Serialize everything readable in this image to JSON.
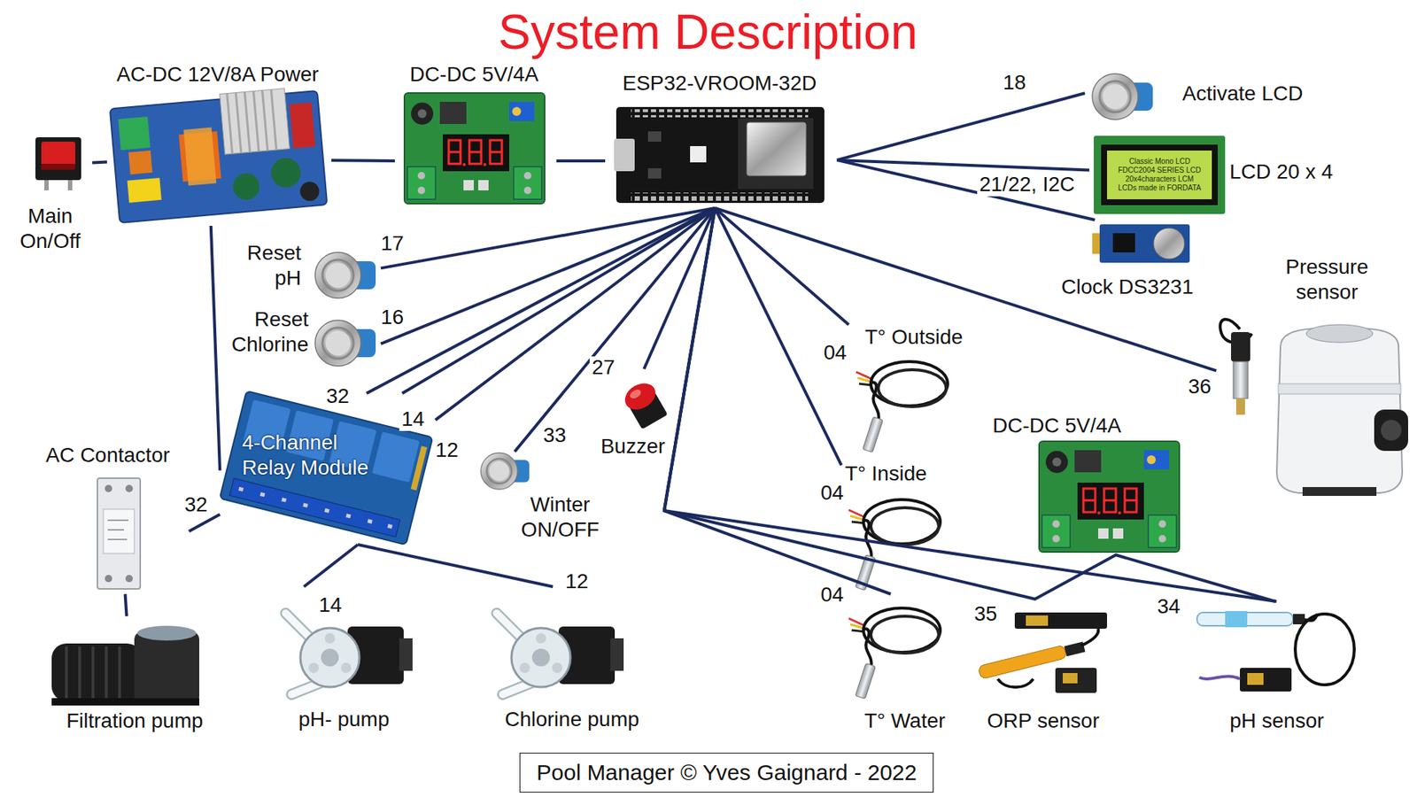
{
  "diagram": {
    "title": "System Description",
    "caption": "Pool Manager © Yves Gaignard - 2022",
    "nodes": [
      {
        "text": [
          "Main On/Off"
        ]
      },
      {
        "text": [
          "AC-DC 12V/8A Power"
        ]
      },
      {
        "text": [
          "DC-DC 5V/4A"
        ]
      },
      {
        "text": [
          "ESP32-VROOM-32D"
        ]
      },
      {
        "text": [
          "Activate LCD"
        ]
      },
      {
        "text": [
          "LCD 20 x 4"
        ]
      },
      {
        "text": [
          "Clock DS3231"
        ]
      },
      {
        "text": [
          "Reset pH"
        ]
      },
      {
        "text": [
          "Reset Chlorine"
        ]
      },
      {
        "text": [
          "Pressure sensor"
        ]
      },
      {
        "text": [
          "T° Outside"
        ]
      },
      {
        "text": [
          "Buzzer"
        ]
      },
      {
        "text": [
          "4-Channel Relay Module"
        ]
      },
      {
        "text": [
          "Winter ON/OFF"
        ]
      },
      {
        "text": [
          "AC Contactor"
        ]
      },
      {
        "text": [
          "T° Inside"
        ]
      },
      {
        "text": [
          "DC-DC 5V/4A"
        ]
      },
      {
        "text": [
          "Filtration pump"
        ]
      },
      {
        "text": [
          "pH- pump"
        ]
      },
      {
        "text": [
          "Chlorine pump"
        ]
      },
      {
        "text": [
          "T° Water"
        ]
      },
      {
        "text": [
          "ORP sensor"
        ]
      },
      {
        "text": [
          "pH sensor"
        ]
      }
    ],
    "edges": [
      {
        "from": 0,
        "to": 1,
        "arrow": "none"
      },
      {
        "from": 1,
        "to": 2,
        "arrow": "none"
      },
      {
        "from": 2,
        "to": 3,
        "arrow": "none"
      },
      {
        "from": 3,
        "to": 4,
        "label": "18",
        "arrow": "none"
      },
      {
        "from": 3,
        "to": 5,
        "label": "21/22, I2C",
        "arrow": "none"
      },
      {
        "from": 3,
        "to": 6,
        "arrow": "none"
      },
      {
        "from": 3,
        "to": 7,
        "label": "17",
        "arrow": "none"
      },
      {
        "from": 3,
        "to": 8,
        "label": "16",
        "arrow": "none"
      },
      {
        "from": 3,
        "to": 12,
        "label": "32",
        "arrow": "none"
      },
      {
        "from": 3,
        "to": 12,
        "label": "14",
        "arrow": "none"
      },
      {
        "from": 3,
        "to": 12,
        "label": "12",
        "arrow": "none"
      },
      {
        "from": 3,
        "to": 13,
        "label": "33",
        "arrow": "none"
      },
      {
        "from": 3,
        "to": 11,
        "label": "27",
        "arrow": "none"
      },
      {
        "from": 3,
        "to": 10,
        "label": "04",
        "arrow": "none"
      },
      {
        "from": 3,
        "to": 15,
        "label": "04",
        "arrow": "none"
      },
      {
        "from": 3,
        "to": 9,
        "label": "36",
        "arrow": "none"
      },
      {
        "from": 3,
        "to": 20,
        "label": "04",
        "arrow": "none"
      },
      {
        "from": 3,
        "to": 21,
        "label": "35",
        "arrow": "none"
      },
      {
        "from": 3,
        "to": 22,
        "label": "34",
        "arrow": "none"
      },
      {
        "from": 1,
        "to": 12,
        "arrow": "none"
      },
      {
        "from": 12,
        "to": 14,
        "label": "32",
        "arrow": "none"
      },
      {
        "from": 14,
        "to": 17,
        "arrow": "none"
      },
      {
        "from": 12,
        "to": 18,
        "label": "14",
        "arrow": "none"
      },
      {
        "from": 12,
        "to": 19,
        "label": "12",
        "arrow": "none"
      }
    ],
    "labels": [
      "Classic Mono LCD",
      "FDCC2004 SERIES LCD",
      "20x4characters LCM",
      "LCDs made in FORDATA"
    ]
  }
}
